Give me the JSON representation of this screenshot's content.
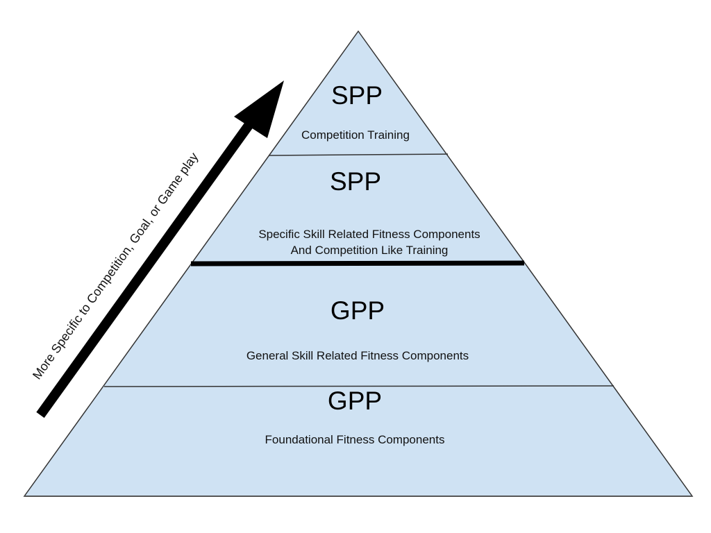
{
  "diagram": {
    "fill_color": "#cfe2f3",
    "outline_color": "#333333",
    "arrow_color": "#000000",
    "arrow_label": "More Specific to Competition, Goal, or Game play",
    "tiers": [
      {
        "heading": "SPP",
        "lines": [
          "Competition Training"
        ]
      },
      {
        "heading": "SPP",
        "lines": [
          "Specific Skill Related Fitness Components",
          "And Competition Like Training"
        ]
      },
      {
        "heading": "GPP",
        "lines": [
          "General Skill Related Fitness Components"
        ]
      },
      {
        "heading": "GPP",
        "lines": [
          "Foundational Fitness Components"
        ]
      }
    ]
  }
}
